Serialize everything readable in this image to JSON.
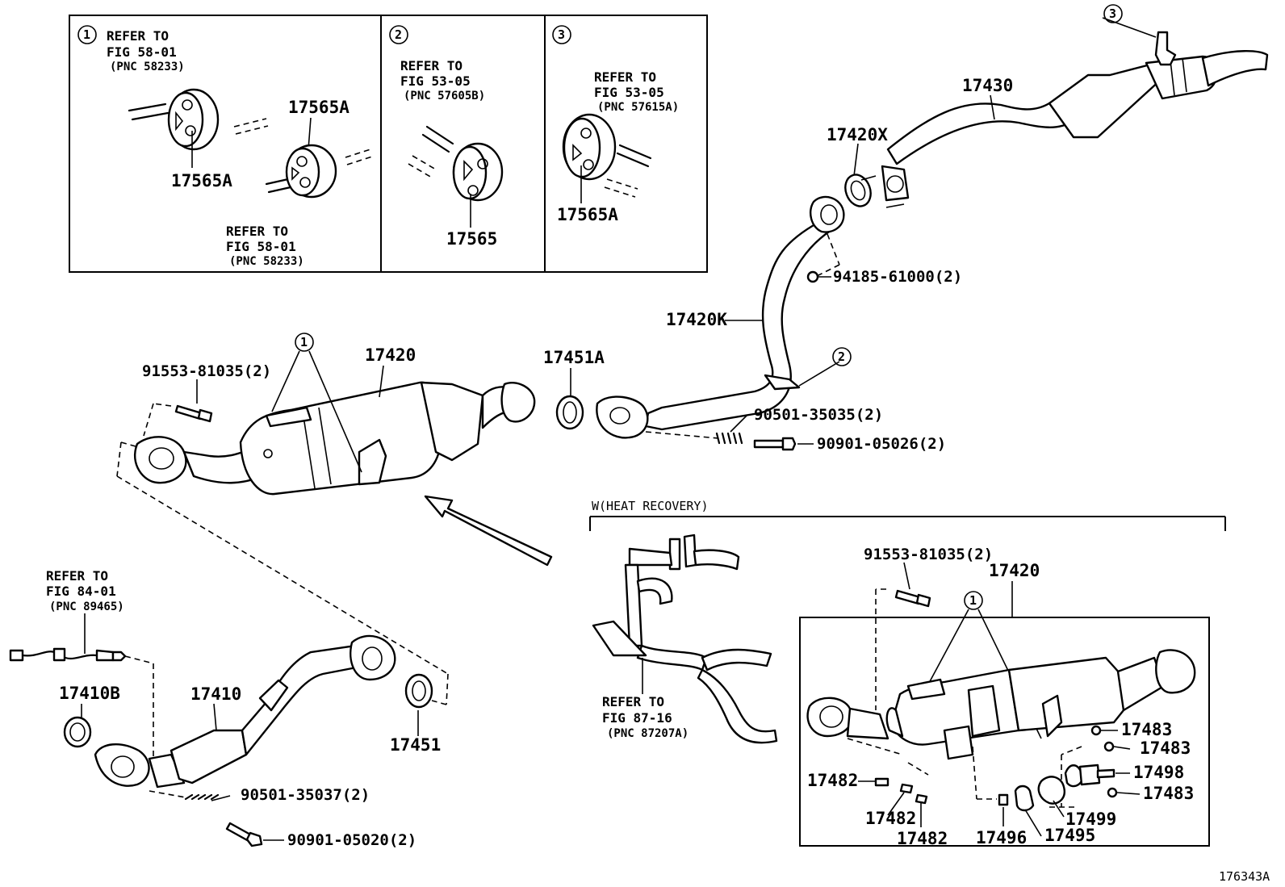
{
  "diagram_id": "176343A",
  "callouts": [
    "1",
    "2",
    "3"
  ],
  "inset_refs": [
    {
      "callout": "1",
      "line1": "REFER TO",
      "line2": "FIG 58-01",
      "pnc": "(PNC 58233)"
    },
    {
      "callout": "2",
      "line1": "REFER TO",
      "line2": "FIG 53-05",
      "pnc": "(PNC 57605B)"
    },
    {
      "callout": "3",
      "line1": "REFER TO",
      "line2": "FIG 53-05",
      "pnc": "(PNC 57615A)"
    }
  ],
  "inset1_bottom_ref": {
    "line1": "REFER TO",
    "line2": "FIG 58-01",
    "pnc": "(PNC 58233)"
  },
  "hangers": {
    "a1": "17565A",
    "a2": "17565A",
    "b": "17565",
    "c": "17565A"
  },
  "parts": {
    "p17430": "17430",
    "p17420x": "17420X",
    "p94185": "94185-61000(2)",
    "p17420k": "17420K",
    "p91553a": "91553-81035(2)",
    "p17420a": "17420",
    "p17451a": "17451A",
    "p90501a": "90501-35035(2)",
    "p90901a": "90901-05026(2)",
    "p17410b": "17410B",
    "p17410": "17410",
    "p17451": "17451",
    "p90501b": "90501-35037(2)",
    "p90901b": "90901-05020(2)",
    "p91553b": "91553-81035(2)",
    "p17420b": "17420",
    "p17483a": "17483",
    "p17483b": "17483",
    "p17498": "17498",
    "p17483c": "17483",
    "p17482a": "17482",
    "p17482b": "17482",
    "p17482c": "17482",
    "p17499": "17499",
    "p17496": "17496",
    "p17495": "17495"
  },
  "sensor_ref": {
    "line1": "REFER TO",
    "line2": "FIG 84-01",
    "pnc": "(PNC 89465)"
  },
  "heat_ref": {
    "line1": "REFER TO",
    "line2": "FIG 87-16",
    "pnc": "(PNC 87207A)"
  },
  "heat_recovery_label": "W(HEAT RECOVERY)"
}
